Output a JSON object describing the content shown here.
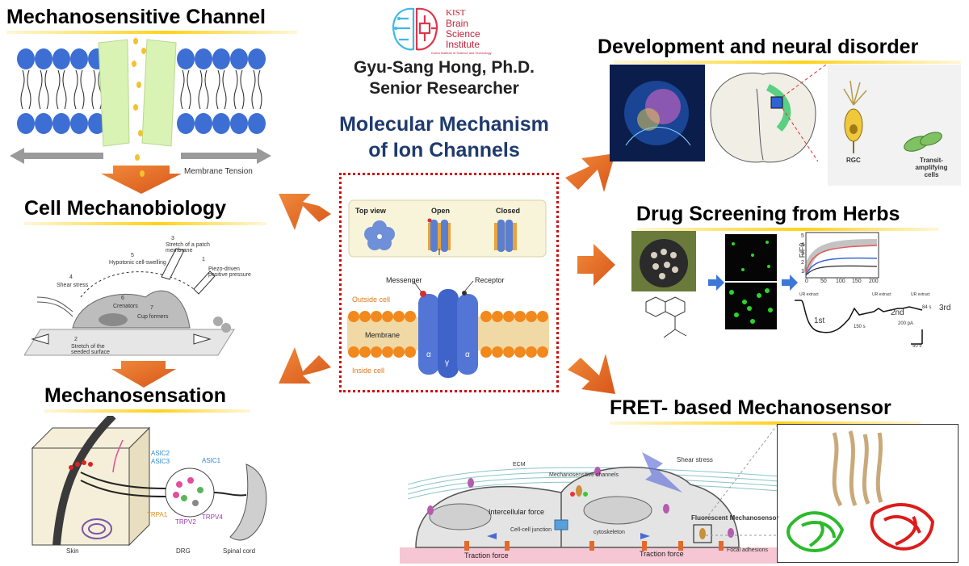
{
  "sections": {
    "mechanosensitive_channel": {
      "title": "Mechanosensitive Channel",
      "membrane_tension": "Membrane Tension"
    },
    "cell_mechanobiology": {
      "title": "Cell Mechanobiology",
      "labels": [
        "Stretch of a patch membrane",
        "Hypotonic cell-swelling",
        "Piezo-driven positive pressure",
        "Shear stress",
        "Crenators",
        "Cup formers",
        "Stretch of the seeded surface"
      ],
      "numbers": [
        "1",
        "2",
        "3",
        "4",
        "5",
        "6",
        "7"
      ]
    },
    "mechanosensation": {
      "title": "Mechanosensation",
      "channels": [
        "ASIC2",
        "ASIC3",
        "ASIC1",
        "TRPA1",
        "TRPV2",
        "TRPV4"
      ],
      "bottom_labels": [
        "Skin",
        "DRG",
        "Spinal cord"
      ]
    },
    "development": {
      "title": "Development and neural disorder",
      "rgc": "RGC",
      "transit": "Transit-amplifying cells"
    },
    "drug_screening": {
      "title": "Drug Screening from Herbs",
      "ylabel": "F/F0",
      "x_ticks": [
        "0",
        "50",
        "100",
        "150",
        "200"
      ],
      "y_ticks": [
        "1",
        "2",
        "3",
        "4",
        "5"
      ],
      "trace_labels": [
        "1st",
        "2nd",
        "3rd"
      ],
      "time_labels": [
        "150 s",
        "84 s"
      ],
      "scale_labels": [
        "200 pA",
        "50 s"
      ],
      "extract_labels": [
        "UR extract",
        "UR extract",
        "UR extract"
      ]
    },
    "fret": {
      "title": "FRET- based Mechanosensor",
      "labels": [
        "ECM",
        "Mechanosensitive channels",
        "Shear stress",
        "Intercellular force",
        "Cell-cell junction",
        "cytoskeleton",
        "Fluorescent Mechanosensor",
        "Traction force",
        "Traction force",
        "Focal adhesions"
      ]
    }
  },
  "header": {
    "logo_lines": [
      "KIST",
      "Brain",
      "Science",
      "Institute"
    ],
    "logo_sub": "Korea Institute of Science and Technology",
    "name": "Gyu-Sang Hong, Ph.D.",
    "position": "Senior Researcher",
    "main_title_1": "Molecular Mechanism",
    "main_title_2": "of Ion Channels"
  },
  "center_figure": {
    "top_view": "Top view",
    "open": "Open",
    "closed": "Closed",
    "messenger": "Messenger",
    "receptor": "Receptor",
    "outside_cell": "Outside cell",
    "membrane": "Membrane",
    "inside_cell": "Inside cell",
    "alpha": "α",
    "gamma": "γ"
  },
  "colors": {
    "accent_underline": "#ffd21a",
    "arrow": "#e2722a",
    "title_blue": "#1f3a6e",
    "dotted_border": "#d10d0d"
  }
}
